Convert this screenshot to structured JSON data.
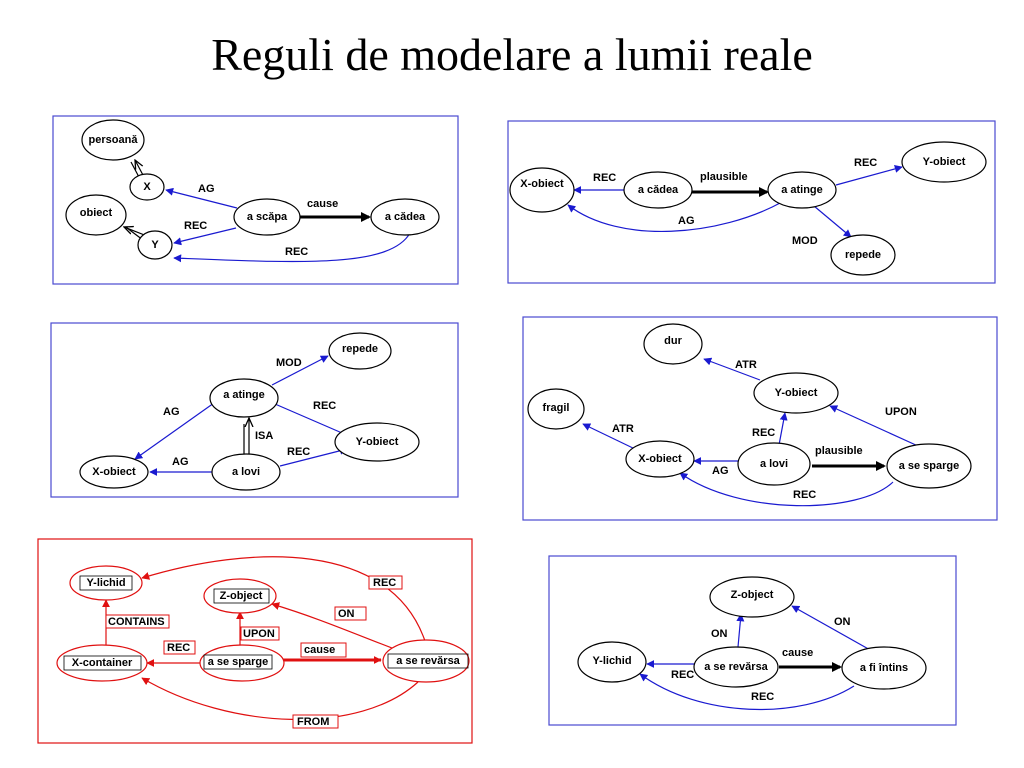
{
  "title": "Reguli de modelare a lumii reale",
  "colors": {
    "blue": "#1a1ad0",
    "red": "#e01010",
    "black": "#000000",
    "frame_blue": "#4a4ad0",
    "frame_red": "#e01010"
  },
  "panels": [
    {
      "id": "p1",
      "nodes": {
        "persoana": "persoană",
        "X": "X",
        "obiect": "obiect",
        "Y": "Y",
        "scapa": "a scăpa",
        "cadea": "a cădea"
      },
      "edges": {
        "ag": "AG",
        "rec1": "REC",
        "cause": "cause",
        "rec2": "REC"
      }
    },
    {
      "id": "p2",
      "nodes": {
        "xobiect": "X-obiect",
        "cadea": "a cădea",
        "atinge": "a atinge",
        "yobiect": "Y-obiect",
        "repede": "repede"
      },
      "edges": {
        "rec": "REC",
        "plausible": "plausible",
        "ag": "AG",
        "rec2": "REC",
        "mod": "MOD"
      }
    },
    {
      "id": "p3",
      "nodes": {
        "repede": "repede",
        "atinge": "a atinge",
        "xobiect": "X-obiect",
        "lovi": "a lovi",
        "yobiect": "Y-obiect"
      },
      "edges": {
        "mod": "MOD",
        "ag1": "AG",
        "rec1": "REC",
        "isa": "ISA",
        "ag2": "AG",
        "rec2": "REC"
      }
    },
    {
      "id": "p4",
      "nodes": {
        "dur": "dur",
        "yobiect": "Y-obiect",
        "fragil": "fragil",
        "xobiect": "X-obiect",
        "lovi": "a lovi",
        "sparge": "a se sparge"
      },
      "edges": {
        "atr1": "ATR",
        "atr2": "ATR",
        "rec1": "REC",
        "upon": "UPON",
        "ag": "AG",
        "plausible": "plausible",
        "rec2": "REC"
      }
    },
    {
      "id": "p5",
      "nodes": {
        "ylichid": "Y-lichid",
        "zobject": "Z-object",
        "xcontainer": "X-container",
        "sparge": "a se sparge",
        "revarsa": "a se revărsa"
      },
      "edges": {
        "contains": "CONTAINS",
        "rec1": "REC",
        "upon": "UPON",
        "cause": "cause",
        "on": "ON",
        "rec2": "REC",
        "from": "FROM"
      }
    },
    {
      "id": "p6",
      "nodes": {
        "zobject": "Z-object",
        "ylichid": "Y-lichid",
        "revarsa": "a se revărsa",
        "intins": "a fi întins"
      },
      "edges": {
        "on1": "ON",
        "on2": "ON",
        "cause": "cause",
        "rec1": "REC",
        "rec2": "REC"
      }
    }
  ]
}
